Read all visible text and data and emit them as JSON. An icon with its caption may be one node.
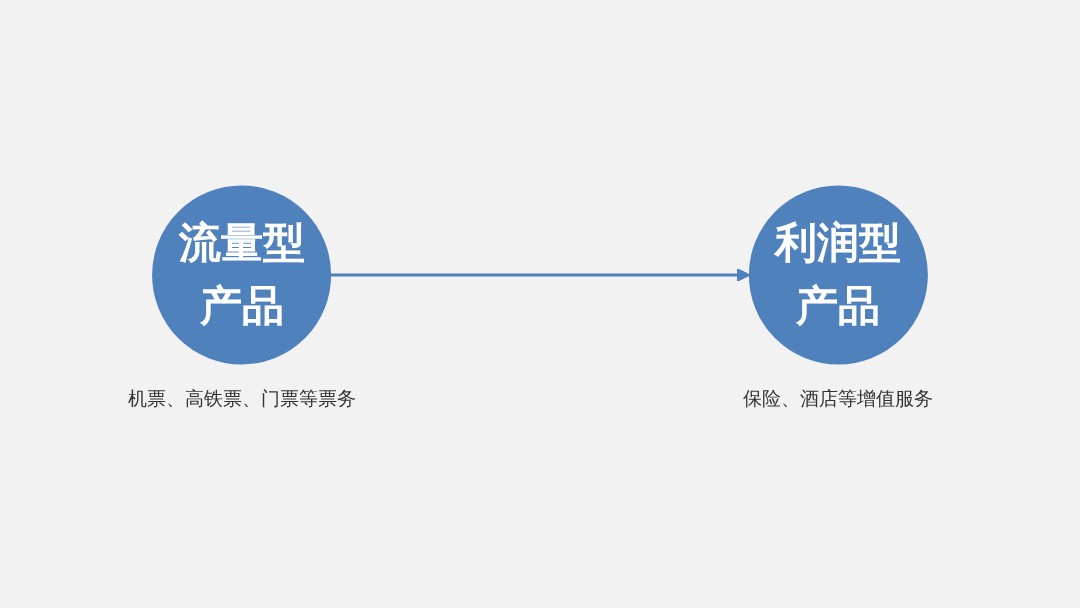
{
  "diagram": {
    "nodes": [
      {
        "text": [
          "流量型产品"
        ],
        "beside": [
          "机票、高铁票、门票等票务"
        ]
      },
      {
        "text": [
          "利润型产品"
        ],
        "beside": [
          "保险、酒店等增值服务"
        ]
      }
    ],
    "edges": [
      {
        "from": 0,
        "to": 1,
        "arrow": "to"
      }
    ]
  }
}
